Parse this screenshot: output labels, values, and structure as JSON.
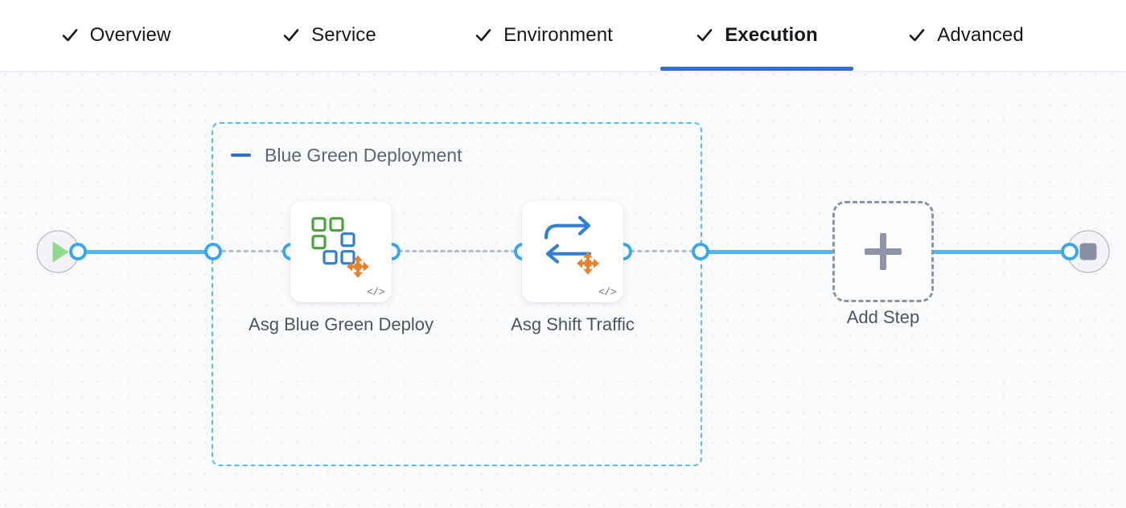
{
  "tabs": {
    "items": [
      {
        "label": "Overview",
        "icon": "check-icon",
        "active": false
      },
      {
        "label": "Service",
        "icon": "check-icon",
        "active": false
      },
      {
        "label": "Environment",
        "icon": "check-icon",
        "active": false
      },
      {
        "label": "Execution",
        "icon": "check-icon",
        "active": true
      },
      {
        "label": "Advanced",
        "icon": "check-icon",
        "active": false
      }
    ],
    "active_label": "Execution",
    "active_underline_color": "#2a6fd1"
  },
  "canvas": {
    "background_color": "#f9fbfd",
    "grid": "dot-grid",
    "start_node": {
      "name": "pipeline-start",
      "icon": "play-icon",
      "icon_color": "#8ed98a"
    },
    "end_node": {
      "name": "pipeline-end",
      "icon": "stop-icon",
      "icon_color": "#8b8fa3"
    },
    "stage": {
      "title": "Blue Green Deployment",
      "collapse_icon": "minus-icon",
      "collapse_icon_color": "#2a6fd1",
      "border_color": "#5ab9ee",
      "border_style": "dashed"
    },
    "steps": [
      {
        "label": "Asg Blue Green Deploy",
        "icon": "asg-blue-green-deploy-icon",
        "badge_icon": "code-icon",
        "badge_text": "</>"
      },
      {
        "label": "Asg Shift Traffic",
        "icon": "asg-shift-traffic-icon",
        "badge_icon": "code-icon",
        "badge_text": "</>"
      }
    ],
    "add_step": {
      "label": "Add Step",
      "icon": "plus-icon"
    }
  }
}
